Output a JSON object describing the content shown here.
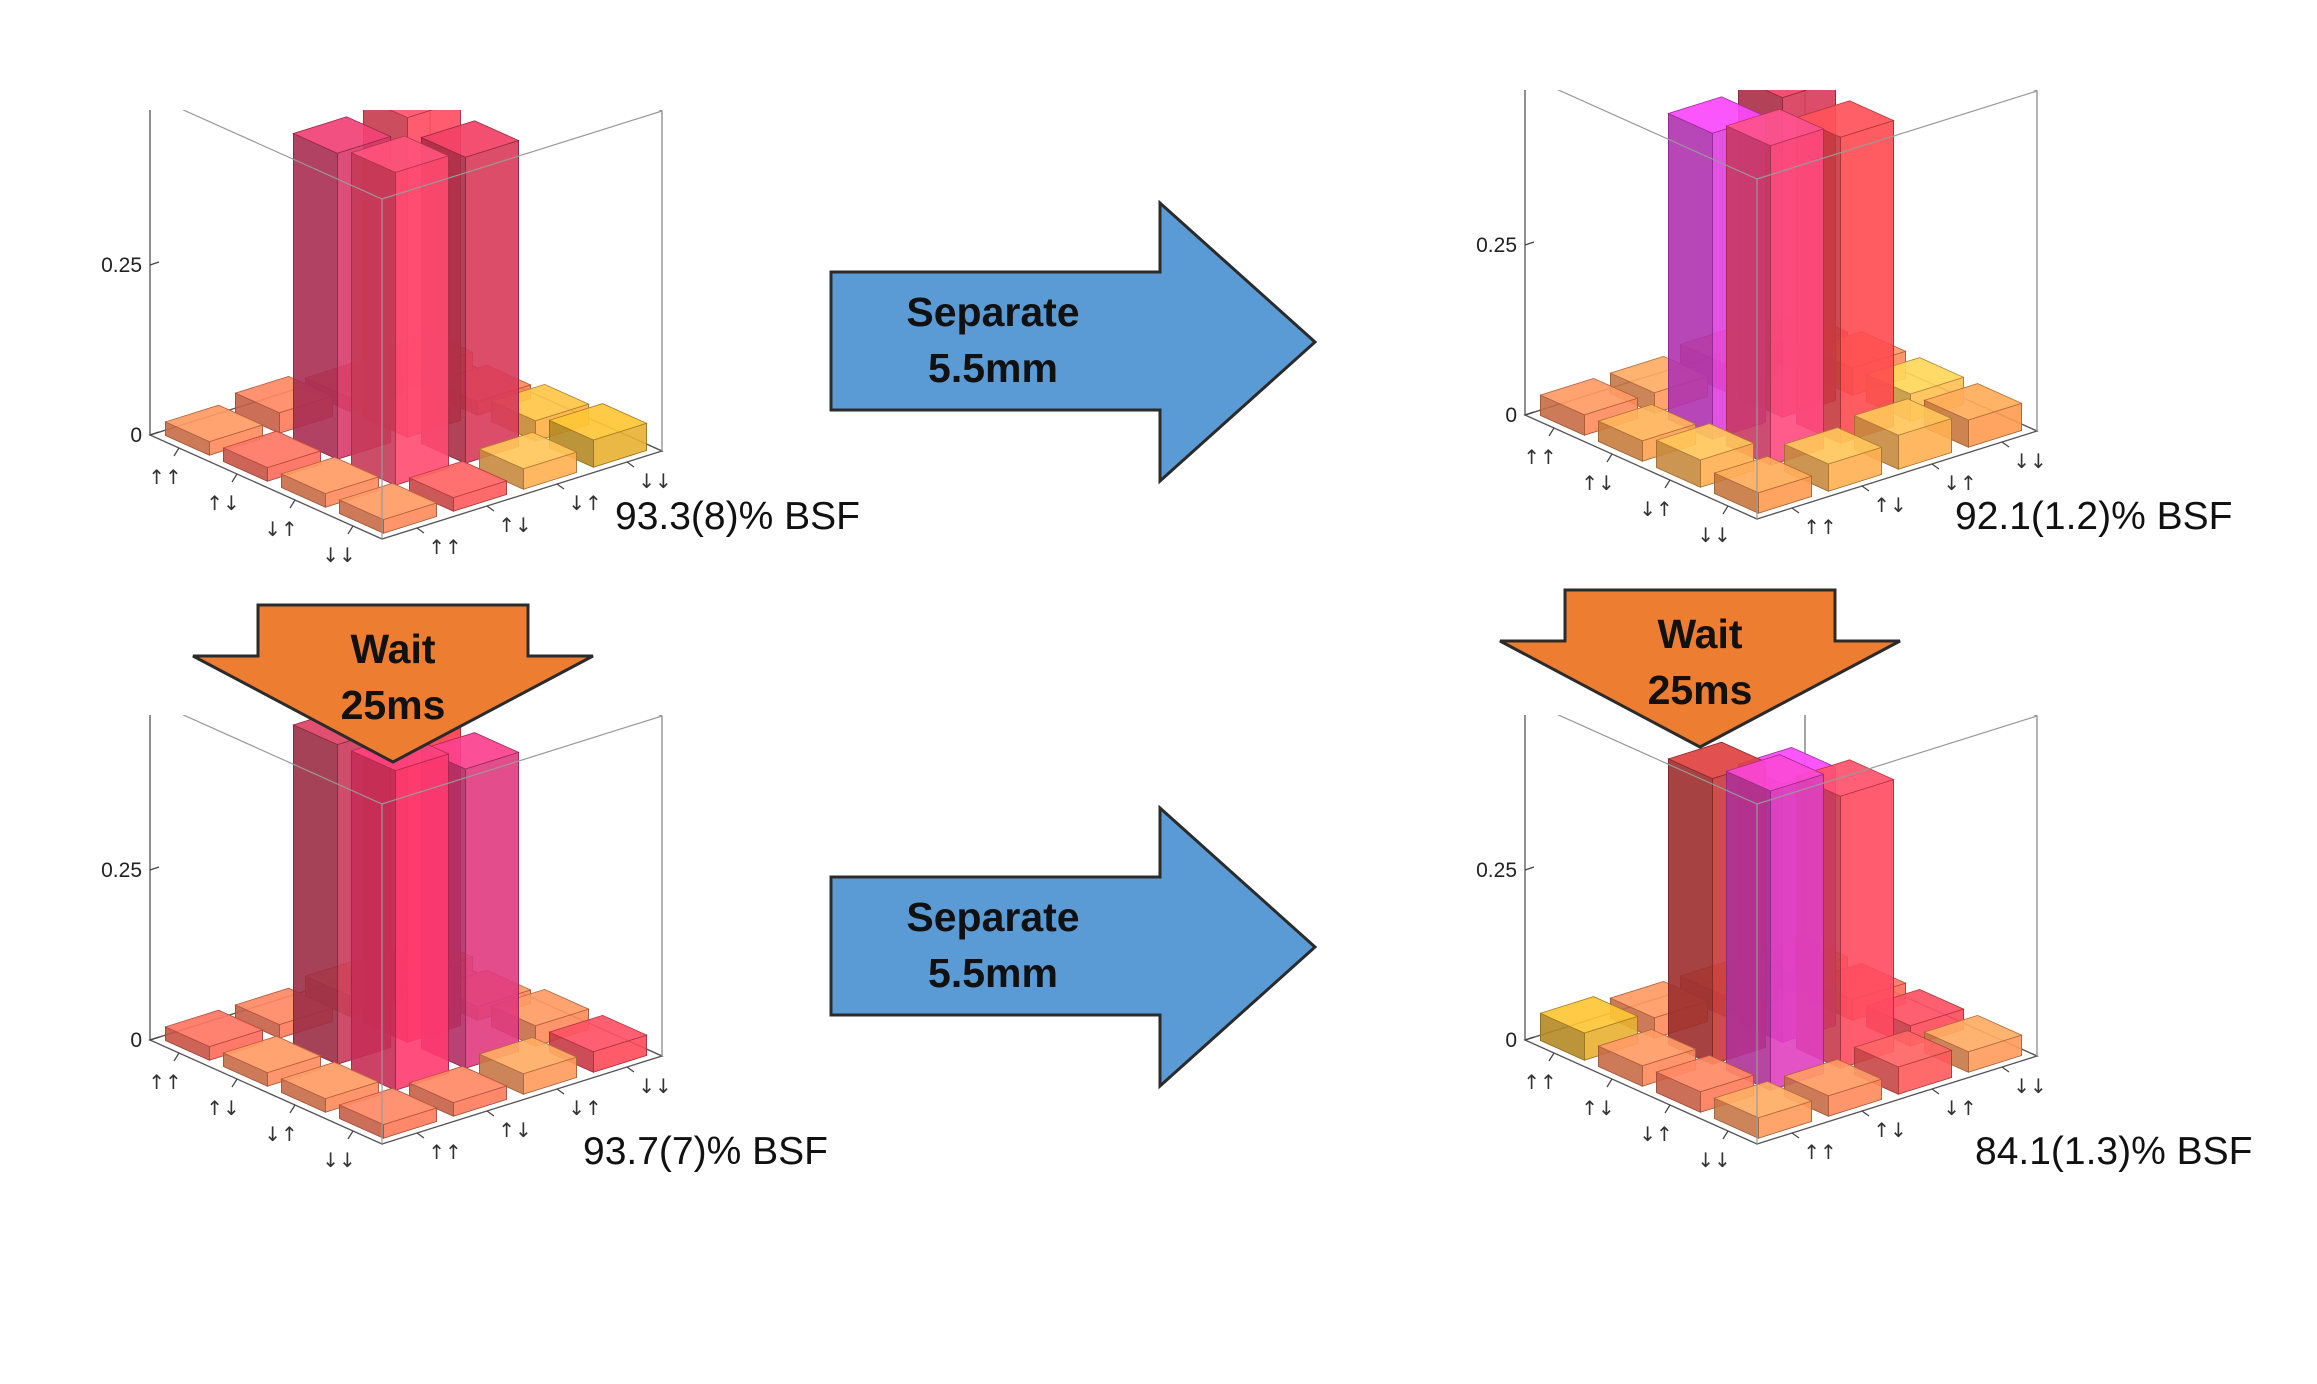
{
  "colors": {
    "right_arrow_fill": "#5b9bd5",
    "down_arrow_fill": "#ed7d31",
    "outline": "#2b2b2b"
  },
  "arrows": [
    {
      "id": "separate-top",
      "line1": "Separate",
      "line2": "5.5mm"
    },
    {
      "id": "separate-bottom",
      "line1": "Separate",
      "line2": "5.5mm"
    },
    {
      "id": "wait-left",
      "line1": "Wait",
      "line2": "25ms"
    },
    {
      "id": "wait-right",
      "line1": "Wait",
      "line2": "25ms"
    }
  ],
  "chart_data": [
    {
      "type": "bar3d",
      "annotation": "93.3(8)% BSF",
      "basis": [
        "↑↑",
        "↑↓",
        "↓↑",
        "↓↓"
      ],
      "zticks": [
        "0",
        "0.25",
        "0.5"
      ],
      "zlim": [
        0,
        0.5
      ],
      "values": [
        [
          0.02,
          0.03,
          0.02,
          0.03
        ],
        [
          0.02,
          0.45,
          0.47,
          0.02
        ],
        [
          0.02,
          0.46,
          0.45,
          0.03
        ],
        [
          0.02,
          0.02,
          0.03,
          0.04
        ]
      ],
      "colors": [
        [
          "#ff8a5a",
          "#ff7a5a",
          "#ff6a5a",
          "#ff8a5a"
        ],
        [
          "#ff6a5a",
          "#d83a6a",
          "#ff4a60",
          "#ff7a50"
        ],
        [
          "#ff8a5a",
          "#ff4a70",
          "#d83a5a",
          "#ffb040"
        ],
        [
          "#ff8a5a",
          "#ff5a5a",
          "#ffb050",
          "#e8b030"
        ]
      ]
    },
    {
      "type": "bar3d",
      "annotation": "92.1(1.2)% BSF",
      "basis": [
        "↑↑",
        "↑↓",
        "↓↑",
        "↓↓"
      ],
      "zticks": [
        "0",
        "0.25",
        "0.5"
      ],
      "zlim": [
        0,
        0.5
      ],
      "values": [
        [
          0.03,
          0.03,
          0.04,
          0.03
        ],
        [
          0.03,
          0.45,
          0.47,
          0.04
        ],
        [
          0.04,
          0.47,
          0.45,
          0.04
        ],
        [
          0.03,
          0.04,
          0.05,
          0.04
        ]
      ],
      "colors": [
        [
          "#ff8a5a",
          "#ff9a5a",
          "#ff8a5a",
          "#ff5a5a"
        ],
        [
          "#ffa050",
          "#e040e0",
          "#d83a5a",
          "#ff8a5a"
        ],
        [
          "#ffb050",
          "#ff4a80",
          "#ff4a50",
          "#ffc050"
        ],
        [
          "#ff9a50",
          "#ffb050",
          "#ffb050",
          "#ff9a50"
        ]
      ]
    },
    {
      "type": "bar3d",
      "annotation": "93.7(7)% BSF",
      "basis": [
        "↑↑",
        "↑↓",
        "↓↑",
        "↓↓"
      ],
      "zticks": [
        "0",
        "0.25",
        "0.5"
      ],
      "zlim": [
        0,
        0.5
      ],
      "values": [
        [
          0.02,
          0.02,
          0.03,
          0.03
        ],
        [
          0.02,
          0.47,
          0.46,
          0.02
        ],
        [
          0.02,
          0.47,
          0.44,
          0.03
        ],
        [
          0.02,
          0.02,
          0.03,
          0.03
        ]
      ],
      "colors": [
        [
          "#ff6a5a",
          "#ff7a5a",
          "#ff8a5a",
          "#ff9a5a"
        ],
        [
          "#ff8a5a",
          "#c83a5a",
          "#ff3a4a",
          "#ff8a5a"
        ],
        [
          "#ff8a5a",
          "#ff3a70",
          "#e03a80",
          "#ff8a5a"
        ],
        [
          "#ff7a5a",
          "#ff7a5a",
          "#ff9a5a",
          "#ff4a5a"
        ]
      ]
    },
    {
      "type": "bar3d",
      "annotation": "84.1(1.3)% BSF",
      "basis": [
        "↑↑",
        "↑↓",
        "↓↑",
        "↓↓"
      ],
      "zticks": [
        "0",
        "0.25",
        "0.5"
      ],
      "zlim": [
        0,
        0.5
      ],
      "values": [
        [
          0.04,
          0.03,
          0.03,
          0.03
        ],
        [
          0.03,
          0.42,
          0.38,
          0.03
        ],
        [
          0.03,
          0.44,
          0.4,
          0.03
        ],
        [
          0.03,
          0.03,
          0.04,
          0.03
        ]
      ],
      "colors": [
        [
          "#e8b030",
          "#ff8a5a",
          "#ff8a5a",
          "#ff9a5a"
        ],
        [
          "#ff8a5a",
          "#c83a3a",
          "#e040e0",
          "#ff6a5a"
        ],
        [
          "#ff7a5a",
          "#e040c0",
          "#ff4a60",
          "#ff4a5a"
        ],
        [
          "#ff9a5a",
          "#ff8a5a",
          "#ff5a5a",
          "#ff9a5a"
        ]
      ]
    }
  ]
}
